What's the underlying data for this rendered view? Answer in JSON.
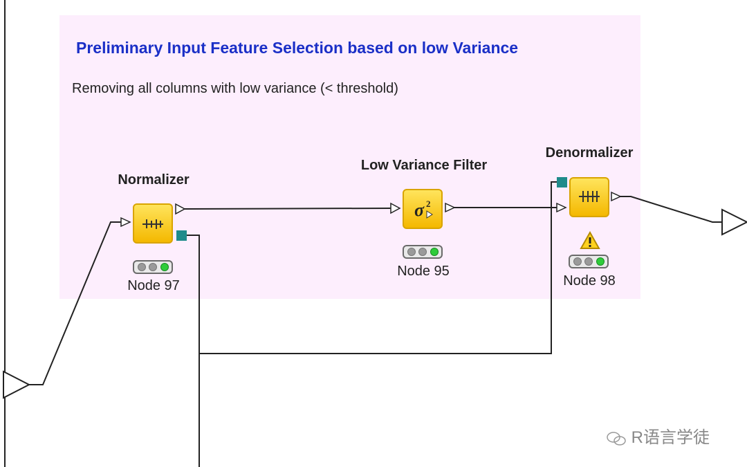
{
  "annotation": {
    "title": "Preliminary Input Feature Selection based on low Variance",
    "text": "Removing all columns with low variance (< threshold)"
  },
  "nodes": [
    {
      "name": "Normalizer",
      "label": "Node 97",
      "icon": "normalizer-icon",
      "status": "executed"
    },
    {
      "name": "Low Variance Filter",
      "label": "Node 95",
      "icon": "low-variance-filter-icon",
      "status": "executed"
    },
    {
      "name": "Denormalizer",
      "label": "Node 98",
      "icon": "denormalizer-icon",
      "status": "executed",
      "warning": true
    }
  ],
  "watermark": "R语言学徒",
  "colors": {
    "annotation_bg": "#fdeefd",
    "title": "#1a2fc7",
    "node_fill": "#ffd21f",
    "model_port": "#1f8b8b",
    "status_green": "#2ecc3a"
  }
}
